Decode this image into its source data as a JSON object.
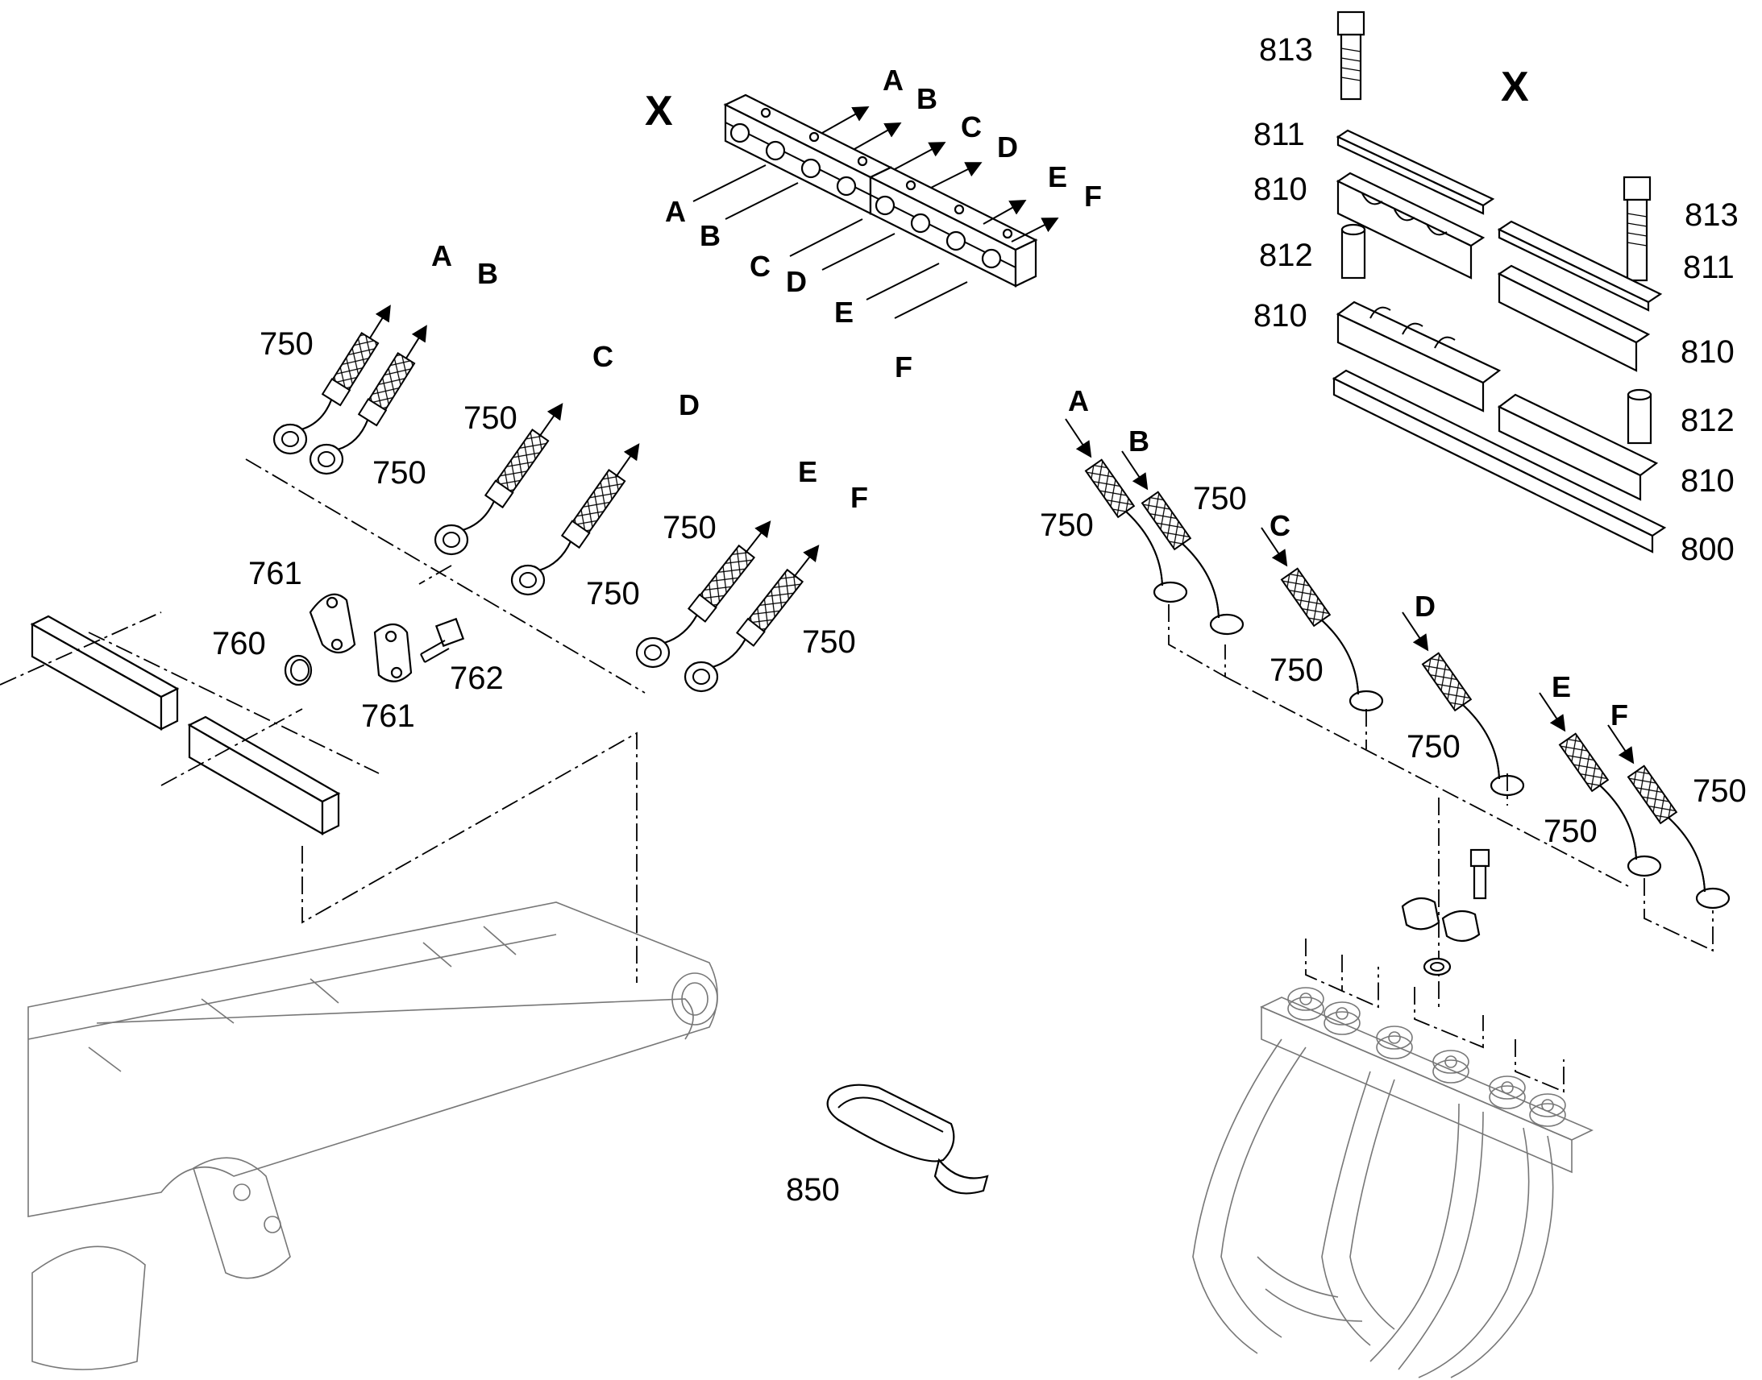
{
  "diagram": {
    "view_markers": {
      "left": "X",
      "right": "X"
    },
    "clamp_callouts": {
      "arrows": [
        "A",
        "B",
        "C",
        "D",
        "E",
        "F"
      ],
      "leaders": [
        "A",
        "B",
        "C",
        "D",
        "E",
        "F"
      ]
    },
    "hose_left": {
      "arrows": [
        "A",
        "B",
        "C",
        "D",
        "E",
        "F"
      ],
      "part_labels": [
        "750",
        "750",
        "750",
        "750",
        "750",
        "750"
      ]
    },
    "flange_parts": {
      "labels": [
        "761",
        "760",
        "761",
        "762"
      ]
    },
    "clamp_parts": {
      "labels": [
        "813",
        "811",
        "810",
        "812",
        "810",
        "813",
        "811",
        "810",
        "812",
        "810",
        "800"
      ]
    },
    "hose_right": {
      "arrows": [
        "A",
        "B",
        "C",
        "D",
        "E",
        "F"
      ],
      "part_labels": [
        "750",
        "750",
        "750",
        "750",
        "750",
        "750"
      ]
    },
    "strap_label": "850"
  }
}
